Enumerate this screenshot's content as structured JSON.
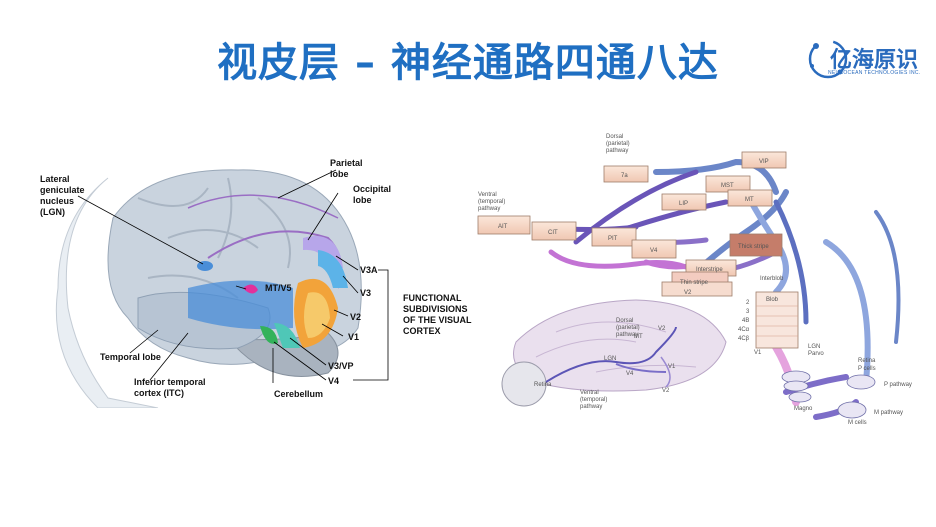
{
  "title": "视皮层 – 神经通路四通八达",
  "logo": {
    "name": "亿海原识",
    "tagline": "NEUROCEAN TECHNOLOGIES INC."
  },
  "left_figure": {
    "labels": {
      "lgn": [
        "Lateral",
        "geniculate",
        "nucleus",
        "(LGN)"
      ],
      "parietal": [
        "Parietal",
        "lobe"
      ],
      "occipital": [
        "Occipital",
        "lobe"
      ],
      "mt": "MT/V5",
      "temporal": "Temporal lobe",
      "itc": [
        "Inferior temporal",
        "cortex (ITC)"
      ],
      "cerebellum": "Cerebellum",
      "v3a": "V3A",
      "v3": "V3",
      "v2": "V2",
      "v1": "V1",
      "v3vp": "V3/VP",
      "v4": "V4",
      "functional": [
        "FUNCTIONAL",
        "SUBDIVISIONS",
        "OF THE VISUAL",
        "CORTEX"
      ]
    }
  },
  "right_figure": {
    "labels": {
      "dorsal": [
        "Dorsal",
        "(parietal)",
        "pathway"
      ],
      "ventral": [
        "Ventral",
        "(temporal)",
        "pathway"
      ],
      "boxes": {
        "7a": "7a",
        "vip": "VIP",
        "mst": "MST",
        "lip": "LIP",
        "mt": "MT",
        "ait": "AIT",
        "cit": "CIT",
        "pit": "PIT",
        "v4": "V4"
      },
      "thick": "Thick stripe",
      "interstripe": "Interstripe",
      "thin": "Thin stripe",
      "interblob": "Interblob",
      "blob": "Blob",
      "v2": "V2",
      "layers": [
        "2",
        "3",
        "4B",
        "4Cα",
        "4Cβ"
      ],
      "v1": "V1",
      "lgn": "LGN",
      "parvo": "Parvo",
      "magno": "Magno",
      "retina": "Retina",
      "pcells": "P cells",
      "ppath": "P pathway",
      "mpath": "M pathway",
      "mcells": "M cells",
      "inset": {
        "dorsal": [
          "Dorsal",
          "(parietal)",
          "pathway"
        ],
        "ventral": [
          "Ventral",
          "(temporal)",
          "pathway"
        ],
        "mt": "MT",
        "v2a": "V2",
        "lgn": "LGN",
        "v4": "V4",
        "v1": "V1",
        "v2b": "V2",
        "retina": "Retina"
      }
    }
  }
}
